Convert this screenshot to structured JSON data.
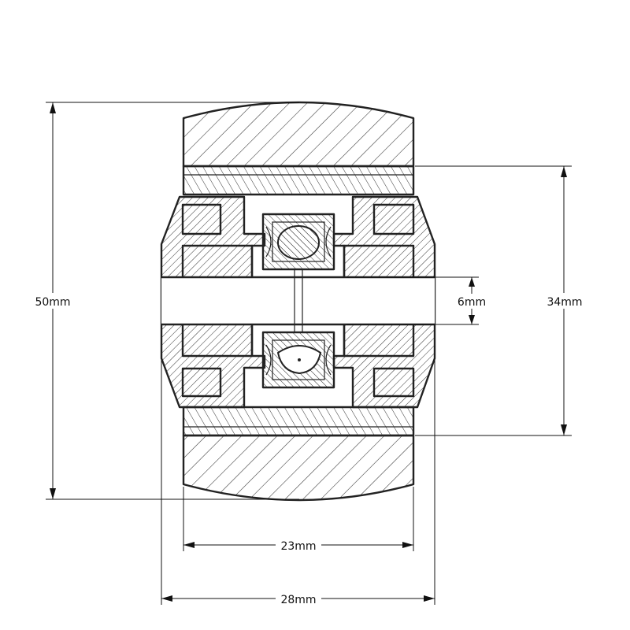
{
  "dimensions": {
    "wheel_diameter": "50mm",
    "core_diameter": "34mm",
    "bore_diameter": "6mm",
    "tread_width": "23mm",
    "overall_width": "28mm"
  }
}
